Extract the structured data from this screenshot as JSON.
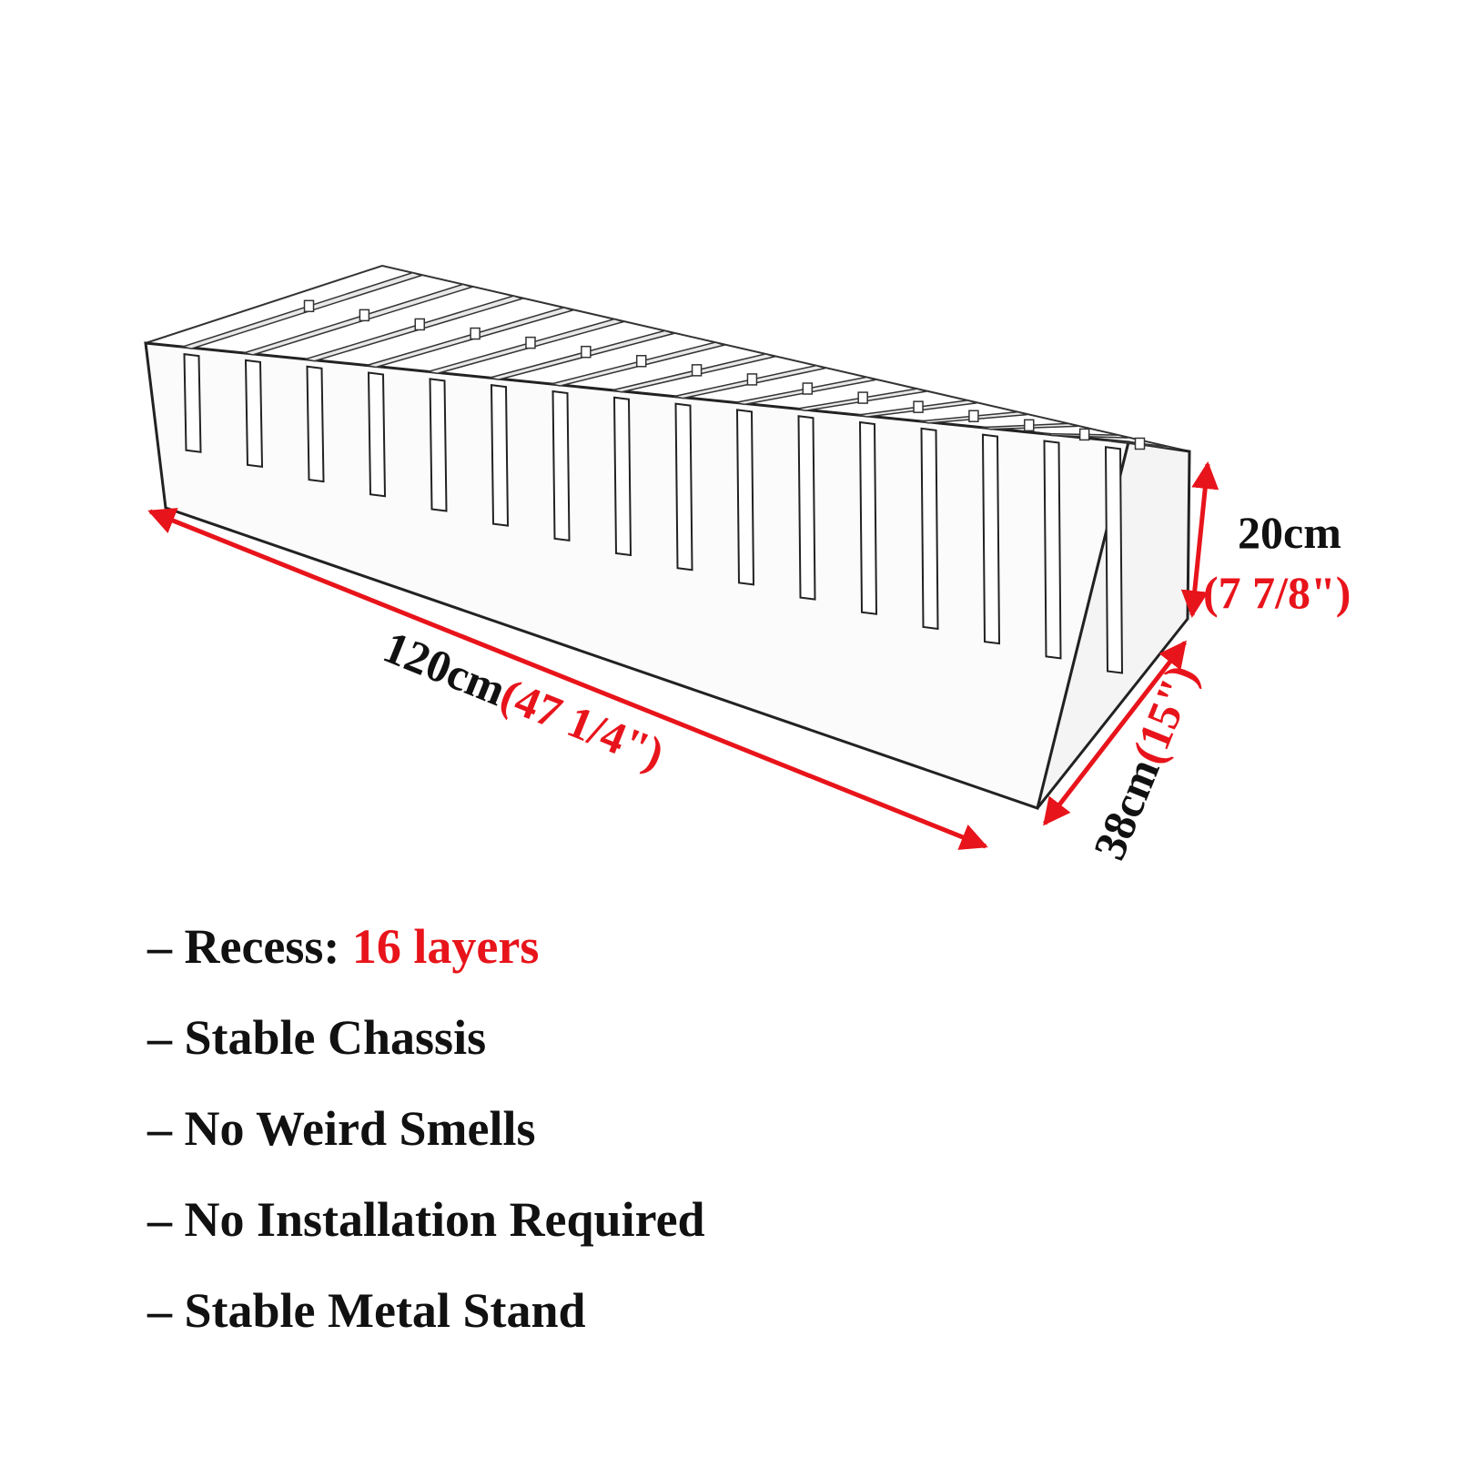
{
  "colors": {
    "accent": "#e8141b",
    "text": "#111111",
    "line": "#333333"
  },
  "dimensions": {
    "length_cm": "120cm",
    "length_in": "(47 1/4\")",
    "height_cm": "20cm",
    "height_in": "(7 7/8\")",
    "depth_cm": "38cm",
    "depth_in": "(15\")"
  },
  "features": [
    {
      "dash": "– ",
      "label": "Recess: ",
      "highlight": "16 layers"
    },
    {
      "dash": "– ",
      "label": "Stable Chassis",
      "highlight": ""
    },
    {
      "dash": "– ",
      "label": "No Weird Smells",
      "highlight": ""
    },
    {
      "dash": "– ",
      "label": "No Installation Required",
      "highlight": ""
    },
    {
      "dash": "– ",
      "label": "Stable Metal Stand",
      "highlight": ""
    }
  ],
  "slot_count": 16
}
